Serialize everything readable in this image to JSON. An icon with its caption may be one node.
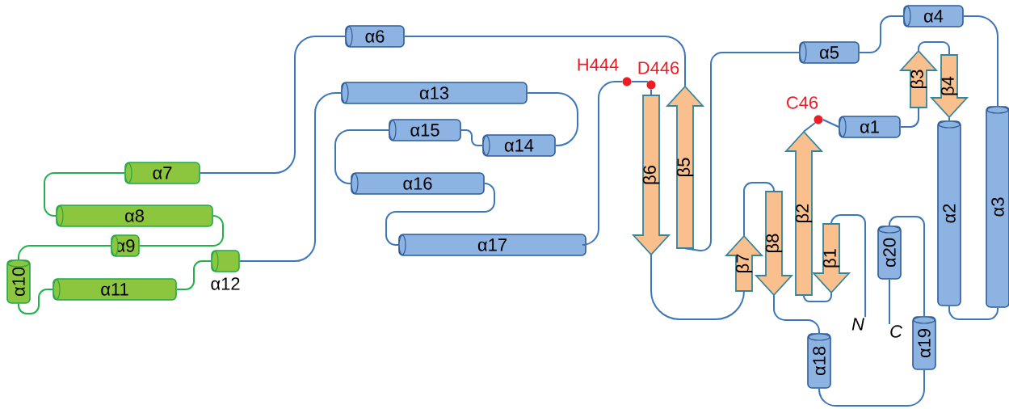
{
  "diagram": {
    "nodes": [
      {
        "text": [
          "α6"
        ]
      },
      {
        "text": [
          "α4"
        ]
      },
      {
        "text": [
          "α5"
        ]
      },
      {
        "text": [],
        "shape": "circle",
        "beside": [
          "H444"
        ]
      },
      {
        "text": [],
        "shape": "circle",
        "beside": [
          "D446"
        ]
      },
      {
        "text": [
          "α13"
        ]
      },
      {
        "text": [
          "β3"
        ]
      },
      {
        "text": [
          "β4"
        ]
      },
      {
        "text": [],
        "shape": "circle",
        "beside": [
          "C46"
        ]
      },
      {
        "text": [
          "α1"
        ]
      },
      {
        "text": [
          "α15"
        ]
      },
      {
        "text": [
          "α14"
        ]
      },
      {
        "text": [
          "α7"
        ]
      },
      {
        "text": [
          "β6"
        ]
      },
      {
        "text": [
          "β5"
        ]
      },
      {
        "text": [
          "α16"
        ]
      },
      {
        "text": [
          "α2"
        ]
      },
      {
        "text": [
          "α3"
        ]
      },
      {
        "text": [
          "α8"
        ]
      },
      {
        "text": [
          "β2"
        ]
      },
      {
        "text": [
          "α9"
        ]
      },
      {
        "text": [
          "β8"
        ]
      },
      {
        "text": [
          "β1"
        ]
      },
      {
        "text": [
          "α20"
        ]
      },
      {
        "text": [
          "α17"
        ]
      },
      {
        "text": [
          "β7"
        ]
      },
      {
        "text": [
          "α10"
        ]
      },
      {
        "text": [
          "α11"
        ]
      },
      {
        "text": [
          "α12"
        ]
      },
      {
        "text": [
          "N"
        ]
      },
      {
        "text": [
          "C"
        ]
      },
      {
        "text": [
          "α18"
        ]
      },
      {
        "text": [
          "α19"
        ]
      }
    ],
    "edges": [
      {
        "from": 29,
        "to": 22,
        "arrow": "none"
      },
      {
        "from": 22,
        "to": 19,
        "arrow": "none"
      },
      {
        "from": 19,
        "to": 8,
        "arrow": "none"
      },
      {
        "from": 8,
        "to": 9,
        "arrow": "none"
      },
      {
        "from": 9,
        "to": 6,
        "arrow": "none"
      },
      {
        "from": 6,
        "to": 7,
        "arrow": "none"
      },
      {
        "from": 7,
        "to": 16,
        "arrow": "none"
      },
      {
        "from": 16,
        "to": 17,
        "arrow": "none"
      },
      {
        "from": 17,
        "to": 1,
        "arrow": "none"
      },
      {
        "from": 1,
        "to": 2,
        "arrow": "none"
      },
      {
        "from": 2,
        "to": 14,
        "arrow": "none"
      },
      {
        "from": 14,
        "to": 0,
        "arrow": "none"
      },
      {
        "from": 0,
        "to": 12,
        "arrow": "none"
      },
      {
        "from": 12,
        "to": 18,
        "arrow": "none",
        "color": "#22b14c"
      },
      {
        "from": 18,
        "to": 20,
        "arrow": "none",
        "color": "#22b14c"
      },
      {
        "from": 20,
        "to": 26,
        "arrow": "none",
        "color": "#22b14c"
      },
      {
        "from": 26,
        "to": 27,
        "arrow": "none",
        "color": "#22b14c"
      },
      {
        "from": 27,
        "to": 28,
        "arrow": "none",
        "color": "#22b14c"
      },
      {
        "from": 28,
        "to": 5,
        "arrow": "none"
      },
      {
        "from": 5,
        "to": 11,
        "arrow": "none"
      },
      {
        "from": 11,
        "to": 10,
        "arrow": "none"
      },
      {
        "from": 10,
        "to": 15,
        "arrow": "none"
      },
      {
        "from": 15,
        "to": 24,
        "arrow": "none"
      },
      {
        "from": 24,
        "to": 3,
        "arrow": "none"
      },
      {
        "from": 3,
        "to": 4,
        "arrow": "none"
      },
      {
        "from": 4,
        "to": 13,
        "arrow": "none"
      },
      {
        "from": 13,
        "to": 25,
        "arrow": "none"
      },
      {
        "from": 25,
        "to": 21,
        "arrow": "none"
      },
      {
        "from": 21,
        "to": 31,
        "arrow": "none"
      },
      {
        "from": 31,
        "to": 32,
        "arrow": "none"
      },
      {
        "from": 32,
        "to": 23,
        "arrow": "none"
      },
      {
        "from": 23,
        "to": 30,
        "arrow": "none"
      }
    ]
  }
}
